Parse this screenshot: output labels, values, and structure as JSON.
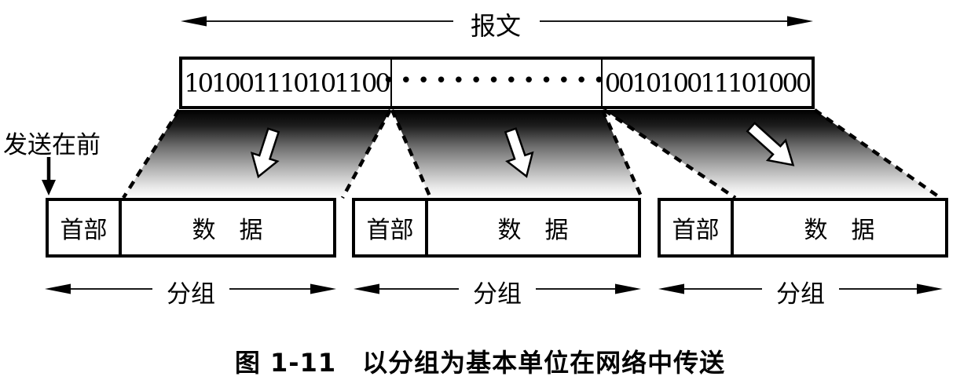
{
  "figure": {
    "message_arrow_label": "报文",
    "message_box": {
      "left_bits": "101001110101100",
      "dots": "•••••••••••••",
      "right_bits": "001010011101000"
    },
    "sent_first_label": "发送在前",
    "packets": [
      {
        "header_label": "首部",
        "data_label": "数　据",
        "group_label": "分组"
      },
      {
        "header_label": "首部",
        "data_label": "数　据",
        "group_label": "分组"
      },
      {
        "header_label": "首部",
        "data_label": "数　据",
        "group_label": "分组"
      }
    ],
    "caption": "图 1-11　以分组为基本单位在网络中传送"
  },
  "colors": {
    "ink": "#000000",
    "arrow_line": "#1a1a1a",
    "gradient_top": "#000000",
    "gradient_bottom": "#fdfdfd"
  }
}
